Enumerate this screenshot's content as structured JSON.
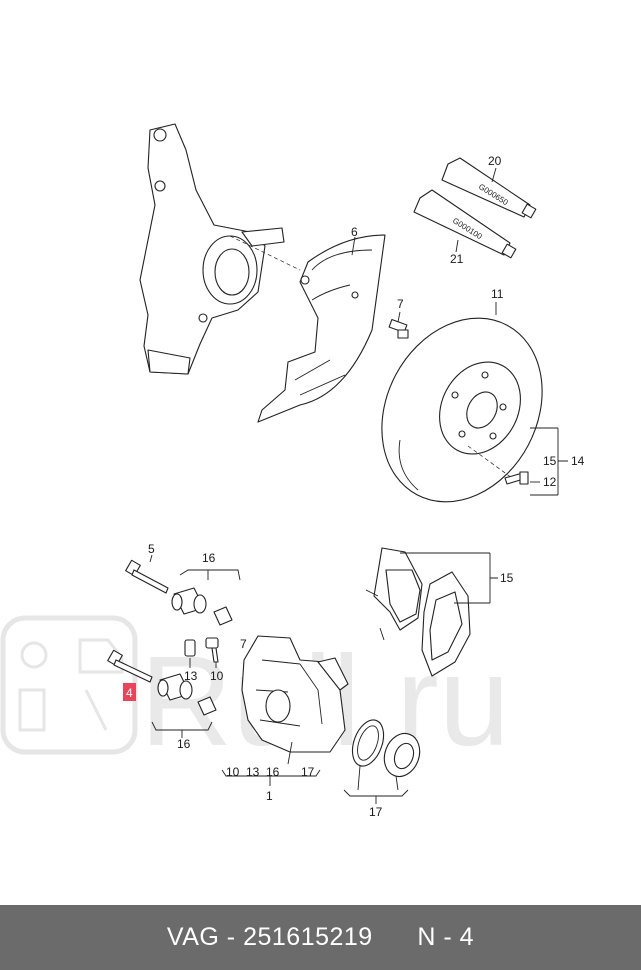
{
  "watermark": {
    "text": "Rull.ru"
  },
  "callouts": {
    "c20": "20",
    "c21": "21",
    "c6": "6",
    "c7": "7",
    "c11": "11",
    "c15a": "15",
    "c14": "14",
    "c12": "12",
    "c5": "5",
    "c16a": "16",
    "c15b": "15",
    "c13": "13",
    "c10": "10",
    "c4": "4",
    "c16b": "16",
    "g10": "10",
    "g13": "13",
    "g16": "16",
    "g17": "17",
    "c1": "1",
    "c17": "17"
  },
  "tubes": {
    "t20": "G000650",
    "t21": "G000100"
  },
  "footer": {
    "brand": "VAG",
    "part_number": "251615219",
    "position": "N - 4"
  }
}
